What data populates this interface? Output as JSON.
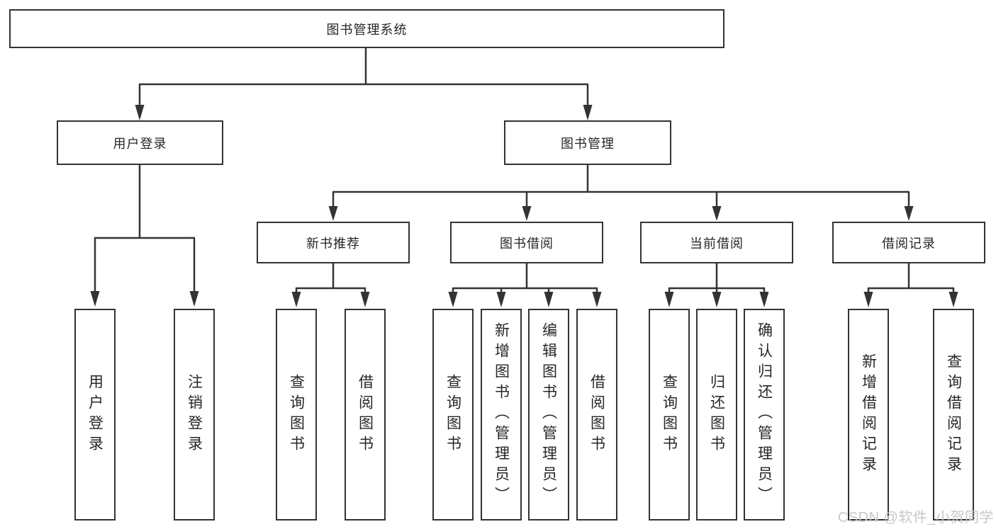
{
  "diagram": {
    "root": {
      "label": "图书管理系统"
    },
    "branches": [
      {
        "label": "用户登录",
        "children": [
          {
            "label": "用户登录"
          },
          {
            "label": "注销登录"
          }
        ]
      },
      {
        "label": "图书管理",
        "children": [
          {
            "label": "新书推荐",
            "children": [
              {
                "label": "查询图书"
              },
              {
                "label": "借阅图书"
              }
            ]
          },
          {
            "label": "图书借阅",
            "children": [
              {
                "label": "查询图书"
              },
              {
                "label": "新增图书（管理员）"
              },
              {
                "label": "编辑图书（管理员）"
              },
              {
                "label": "借阅图书"
              }
            ]
          },
          {
            "label": "当前借阅",
            "children": [
              {
                "label": "查询图书"
              },
              {
                "label": "归还图书"
              },
              {
                "label": "确认归还（管理员）"
              }
            ]
          },
          {
            "label": "借阅记录",
            "children": [
              {
                "label": "新增借阅记录"
              },
              {
                "label": "查询借阅记录"
              }
            ]
          }
        ]
      }
    ]
  },
  "watermark": {
    "text": "CSDN @软件_小贺同学"
  },
  "colors": {
    "line": "#333333",
    "text": "#262626",
    "background": "#ffffff",
    "watermark": "#c7c7cd"
  }
}
